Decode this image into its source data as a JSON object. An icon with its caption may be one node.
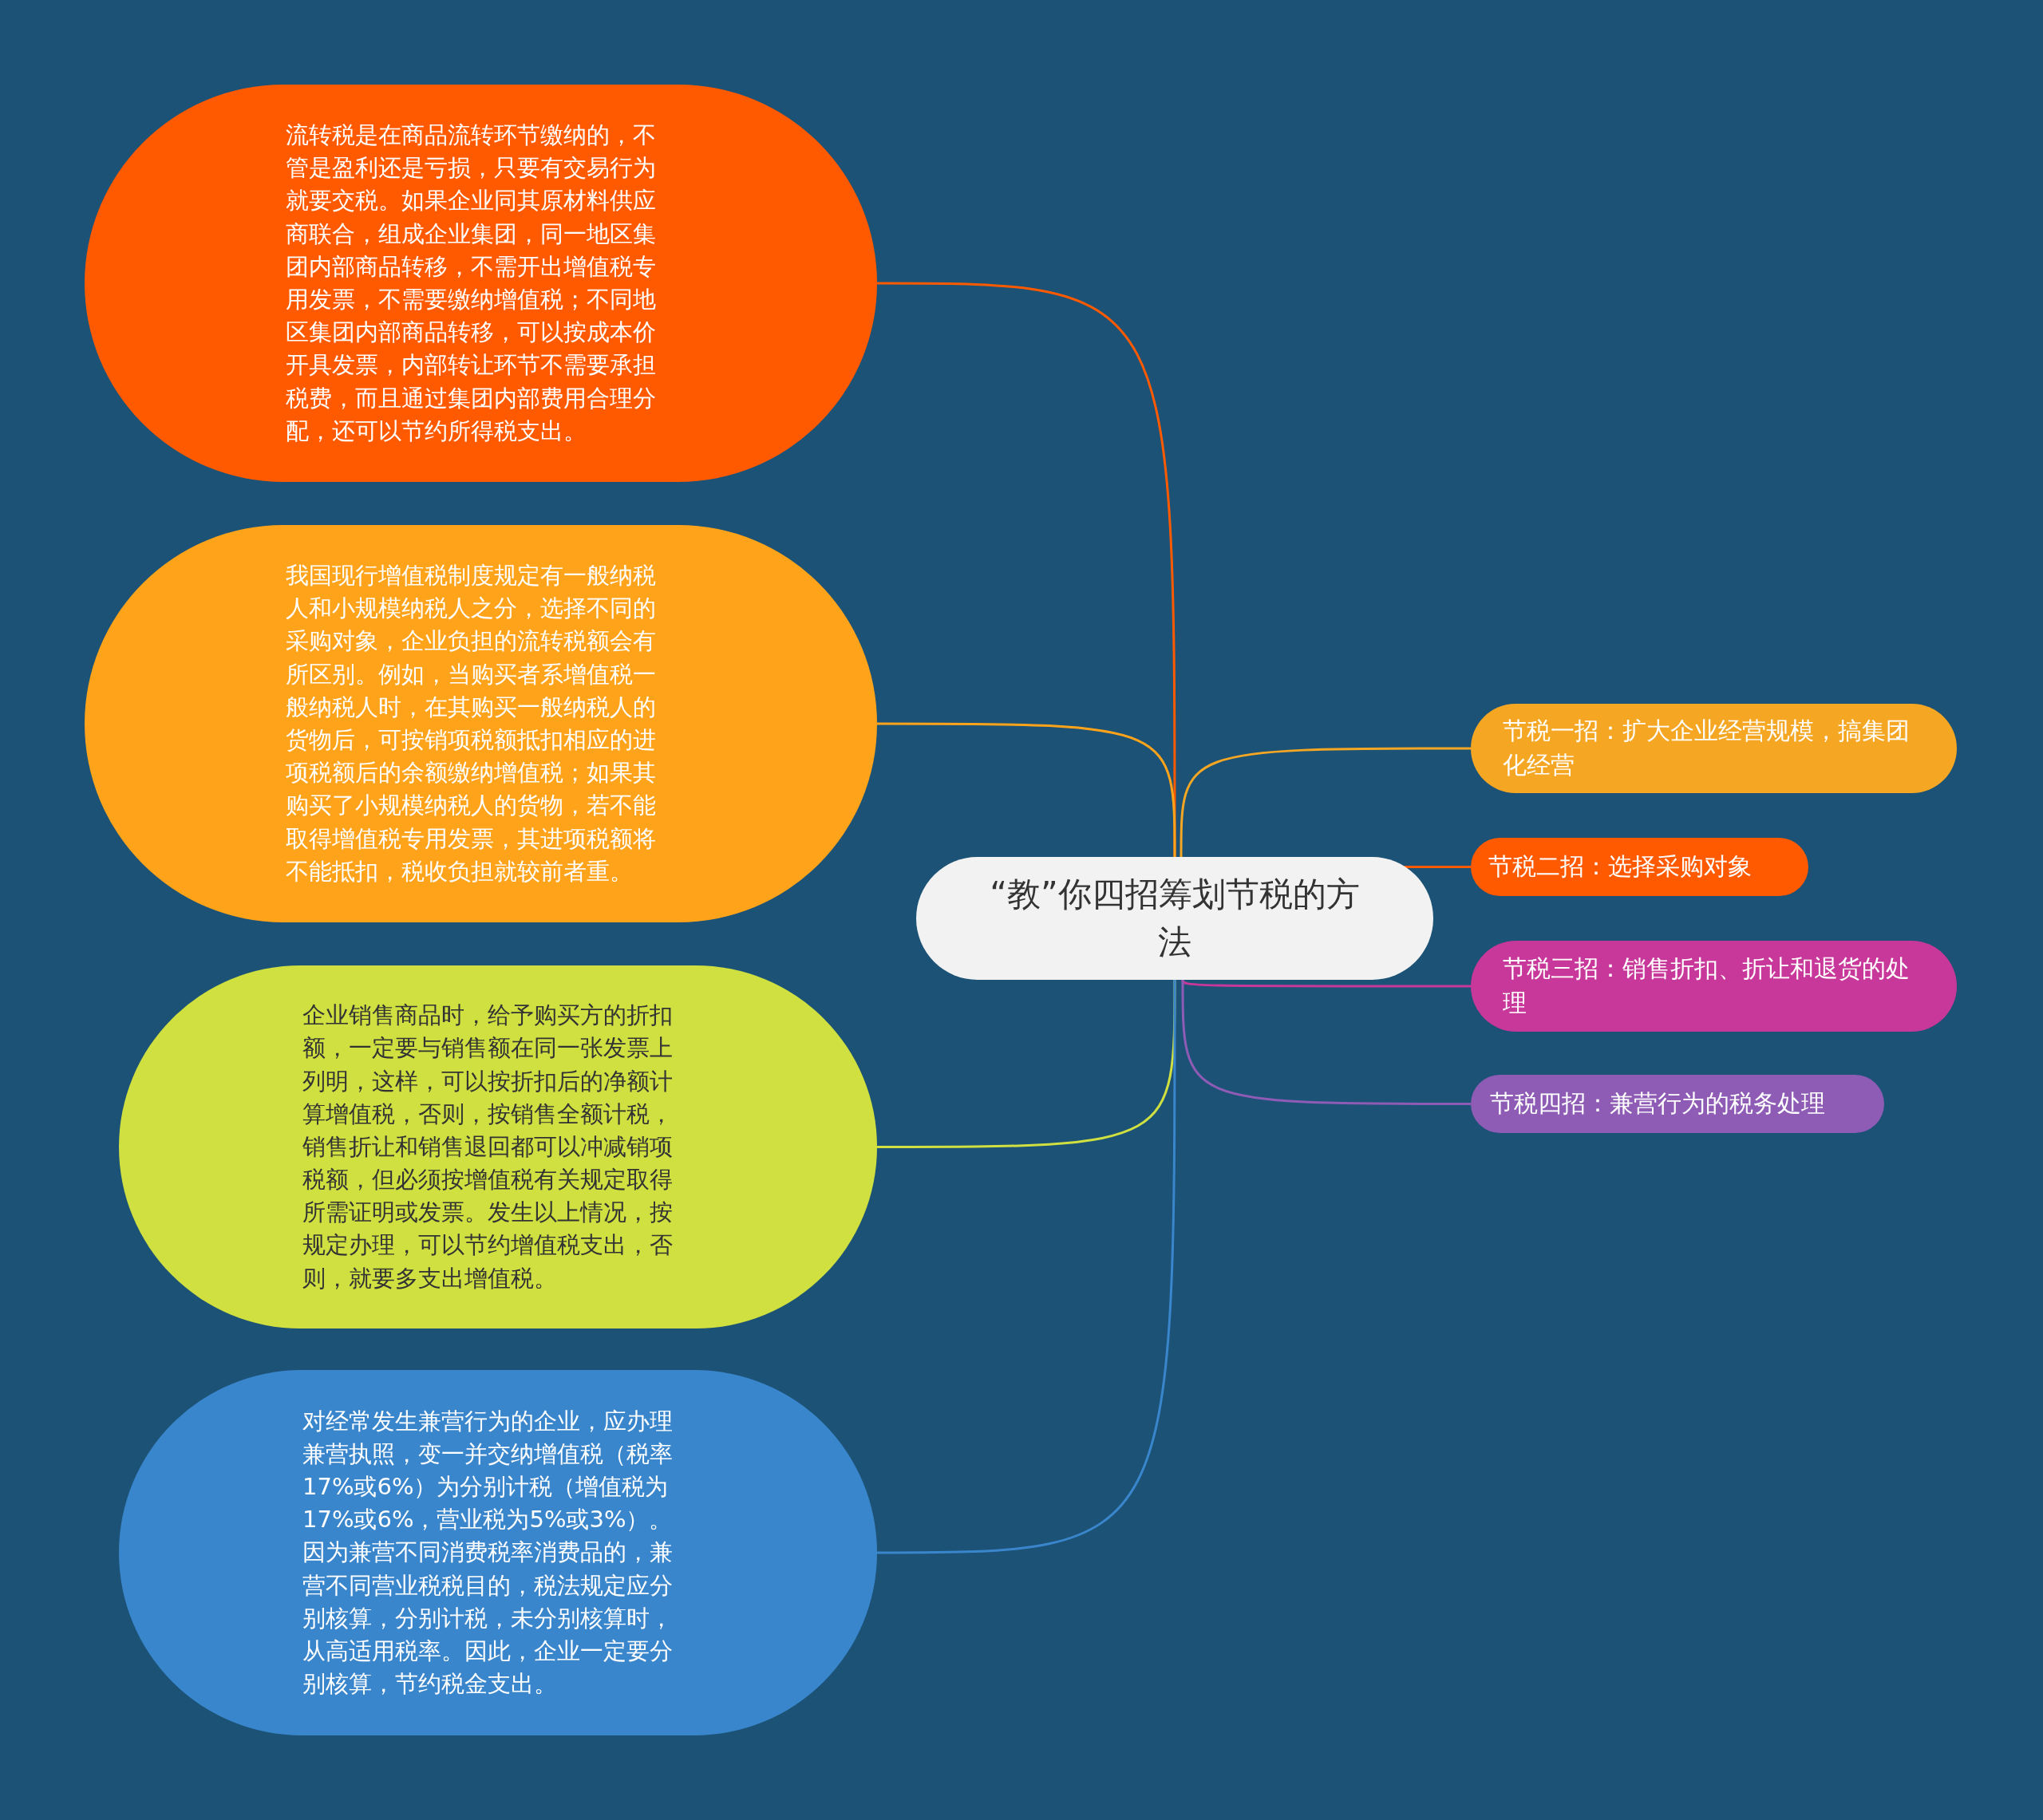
{
  "diagram": {
    "nodes": [
      {
        "text": [
          "“教”你四招筹划节税的方法"
        ]
      },
      {
        "text": [
          "节税一招：扩大企业经营规模，搞集团化经营"
        ]
      },
      {
        "text": [
          "节税二招：选择采购对象"
        ]
      },
      {
        "text": [
          "节税三招：销售折扣、折让和退货的处理"
        ]
      },
      {
        "text": [
          "节税四招：兼营行为的税务处理"
        ]
      },
      {
        "text": [
          "流转税是在商品流转环节缴纳的，不管是盈利还是亏损，只要有交易行为就要交税。如果企业同其原材料供应商联合，组成企业集团，同一地区集团内部商品转移，不需开出增值税专用发票，不需要缴纳增值税；不同地区集团内部商品转移，可以按成本价开具发票，内部转让环节不需要承担税费，而且通过集团内部费用合理分配，还可以节约所得税支出。"
        ]
      },
      {
        "text": [
          "我国现行增值税制度规定有一般纳税人和小规模纳税人之分，选择不同的采购对象，企业负担的流转税额会有所区别。例如，当购买者系增值税一般纳税人时，在其购买一般纳税人的货物后，可按销项税额抵扣相应的进项税额后的余额缴纳增值税；如果其购买了小规模纳税人的货物，若不能取得增值税专用发票，其进项税额将不能抵扣，税收负担就较前者重。"
        ]
      },
      {
        "text": [
          "企业销售商品时，给予购买方的折扣额，一定要与销售额在同一张发票上列明，这样，可以按折扣后的净额计算增值税，否则，按销售全额计税，销售折让和销售退回都可以冲减销项税额，但必须按增值税有关规定取得所需证明或发票。发生以上情况，按规定办理，可以节约增值税支出，否则，就要多支出增值税。"
        ]
      },
      {
        "text": [
          "对经常发生兼营行为的企业，应办理兼营执照，变一并交纳增值税（税率17%或6%）为分别计税（增值税为17%或6%，营业税为5%或3%）。因为兼营不同消费税率消费品的，兼营不同营业税税目的，税法规定应分别核算，分别计税，未分别核算时，从高适用税率。因此，企业一定要分别核算，节约税金支出。"
        ]
      }
    ],
    "edges": [
      {
        "from": 0,
        "to": 1,
        "arrow": "none",
        "color": "#f5a623"
      },
      {
        "from": 0,
        "to": 2,
        "arrow": "none",
        "color": "#ff5a00"
      },
      {
        "from": 0,
        "to": 3,
        "arrow": "none",
        "color": "#c8379a"
      },
      {
        "from": 0,
        "to": 4,
        "arrow": "none",
        "color": "#8e5bb5"
      },
      {
        "from": 0,
        "to": 5,
        "arrow": "none",
        "color": "#ff5a00"
      },
      {
        "from": 0,
        "to": 6,
        "arrow": "none",
        "color": "#ffa31a"
      },
      {
        "from": 0,
        "to": 7,
        "arrow": "none",
        "color": "#cfe040"
      },
      {
        "from": 0,
        "to": 8,
        "arrow": "none",
        "color": "#3a86cc"
      }
    ]
  }
}
